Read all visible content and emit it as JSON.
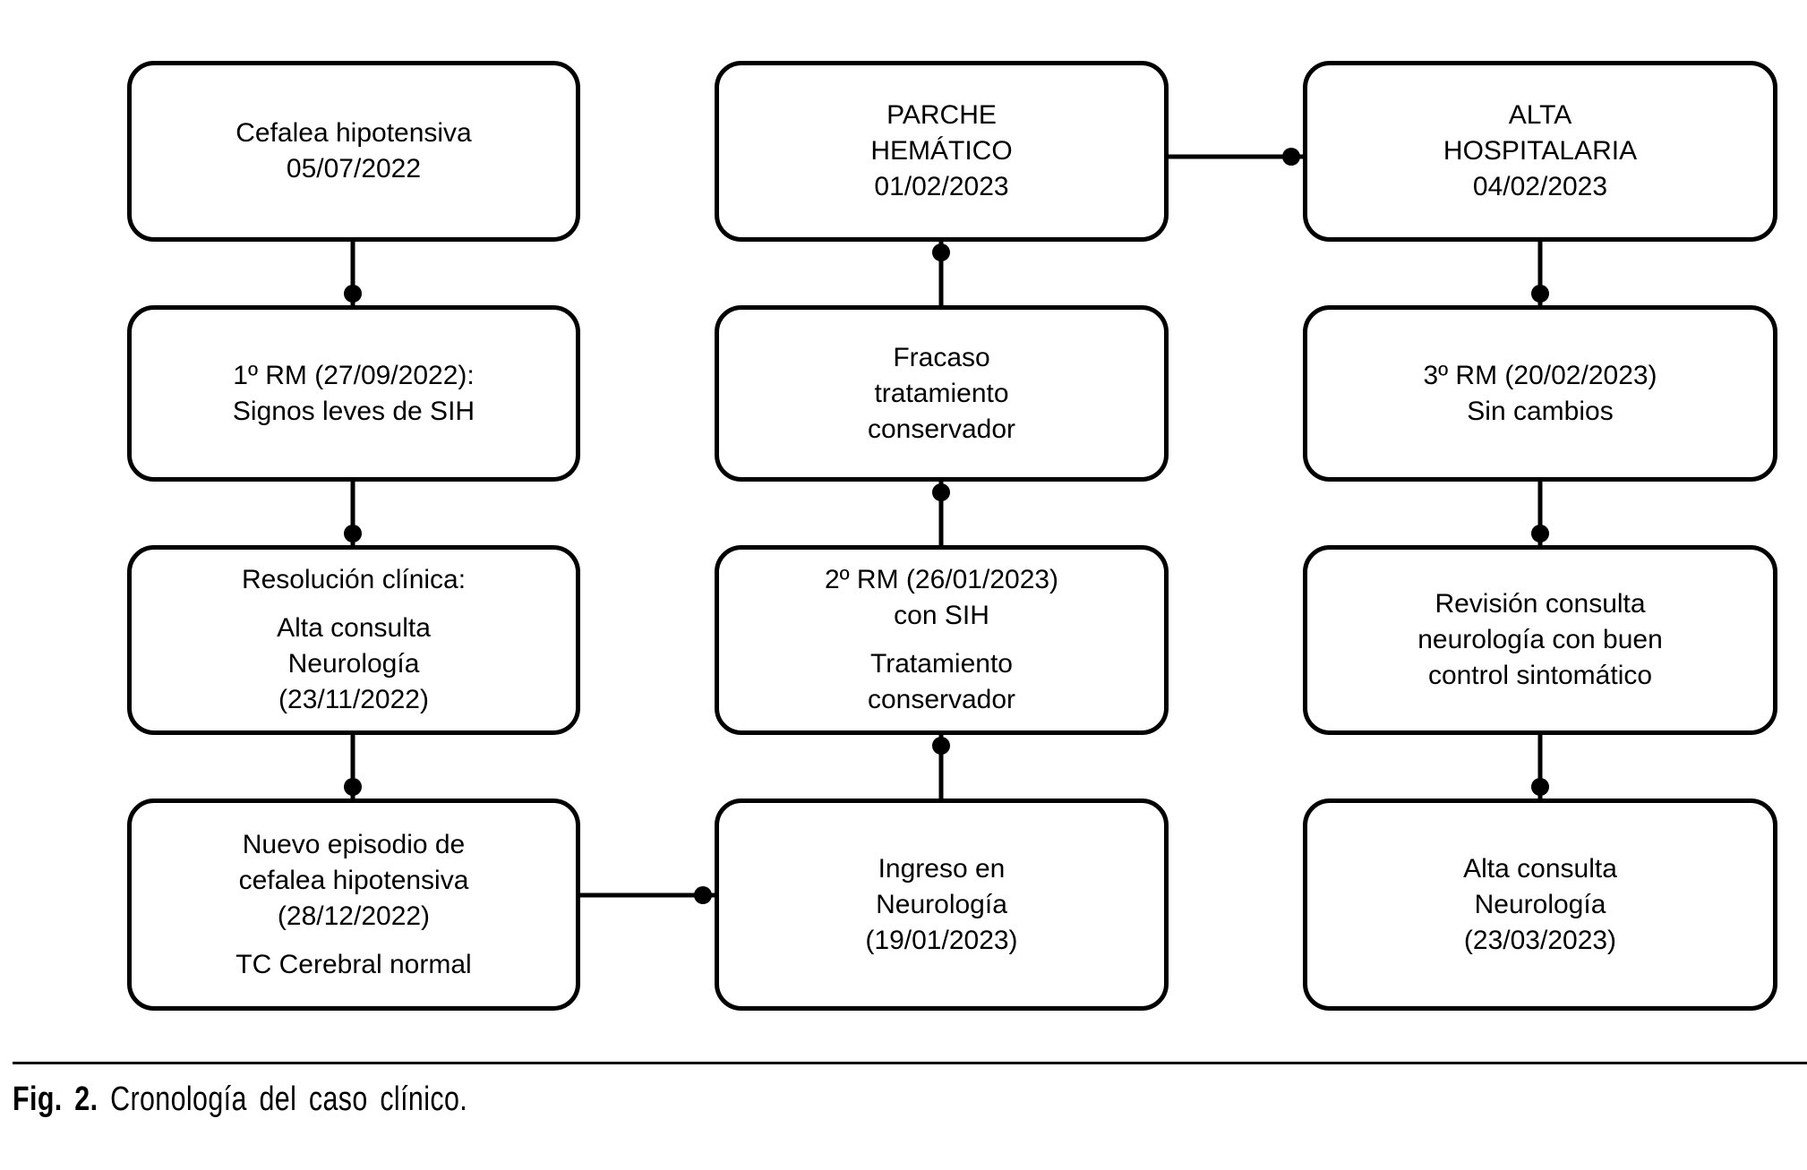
{
  "figure": {
    "caption_label": "Fig. 2.",
    "caption_text": "Cronología del caso clínico."
  },
  "boxes": {
    "c1r1": {
      "p1": [
        "Cefalea hipotensiva",
        "05/07/2022"
      ]
    },
    "c1r2": {
      "p1": [
        "1º RM (27/09/2022):",
        "Signos leves de SIH"
      ]
    },
    "c1r3": {
      "p1": [
        "Resolución clínica:"
      ],
      "p2": [
        "Alta consulta",
        "Neurología",
        "(23/11/2022)"
      ]
    },
    "c1r4": {
      "p1": [
        "Nuevo episodio de",
        "cefalea hipotensiva",
        "(28/12/2022)"
      ],
      "p2": [
        "TC Cerebral normal"
      ]
    },
    "c2r1": {
      "p1": [
        "PARCHE",
        "HEMÁTICO",
        "01/02/2023"
      ]
    },
    "c2r2": {
      "p1": [
        "Fracaso",
        "tratamiento",
        "conservador"
      ]
    },
    "c2r3": {
      "p1": [
        "2º RM (26/01/2023)",
        "con SIH"
      ],
      "p2": [
        "Tratamiento",
        "conservador"
      ]
    },
    "c2r4": {
      "p1": [
        "Ingreso en",
        "Neurología",
        "(19/01/2023)"
      ]
    },
    "c3r1": {
      "p1": [
        "ALTA",
        "HOSPITALARIA",
        "04/02/2023"
      ]
    },
    "c3r2": {
      "p1": [
        "3º RM (20/02/2023)",
        "Sin cambios"
      ]
    },
    "c3r3": {
      "p1": [
        "Revisión consulta",
        "neurología con buen",
        "control sintomático"
      ]
    },
    "c3r4": {
      "p1": [
        "Alta consulta",
        "Neurología",
        "(23/03/2023)"
      ]
    }
  },
  "edges": [
    {
      "from": "c1r1",
      "to": "c1r2"
    },
    {
      "from": "c1r2",
      "to": "c1r3"
    },
    {
      "from": "c1r3",
      "to": "c1r4"
    },
    {
      "from": "c1r4",
      "to": "c2r4"
    },
    {
      "from": "c2r4",
      "to": "c2r3"
    },
    {
      "from": "c2r3",
      "to": "c2r2"
    },
    {
      "from": "c2r2",
      "to": "c2r1"
    },
    {
      "from": "c2r1",
      "to": "c3r1"
    },
    {
      "from": "c3r1",
      "to": "c3r2"
    },
    {
      "from": "c3r2",
      "to": "c3r3"
    },
    {
      "from": "c3r3",
      "to": "c3r4"
    }
  ],
  "colors": {
    "line": "#000000",
    "background": "#ffffff",
    "text": "#000000"
  }
}
